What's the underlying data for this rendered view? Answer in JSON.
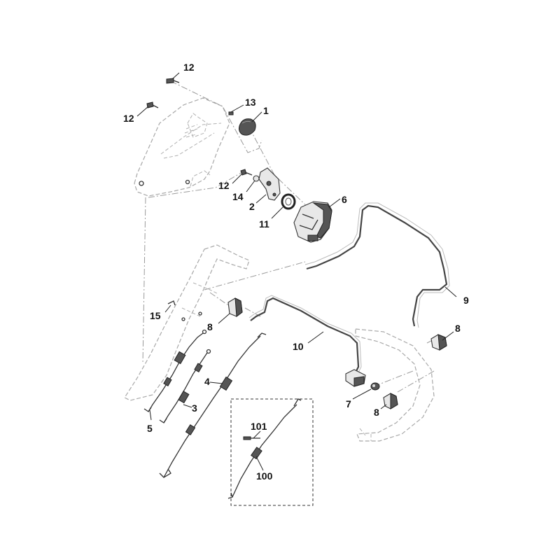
{
  "labels": {
    "l1": "1",
    "l2": "2",
    "l3": "3",
    "l4": "4",
    "l5": "5",
    "l6": "6",
    "l7": "7",
    "l8a": "8",
    "l8b": "8",
    "l8c": "8",
    "l9": "9",
    "l10": "10",
    "l11": "11",
    "l12a": "12",
    "l12b": "12",
    "l12c": "12",
    "l13": "13",
    "l14": "14",
    "l15": "15",
    "l100": "100",
    "l101": "101"
  }
}
